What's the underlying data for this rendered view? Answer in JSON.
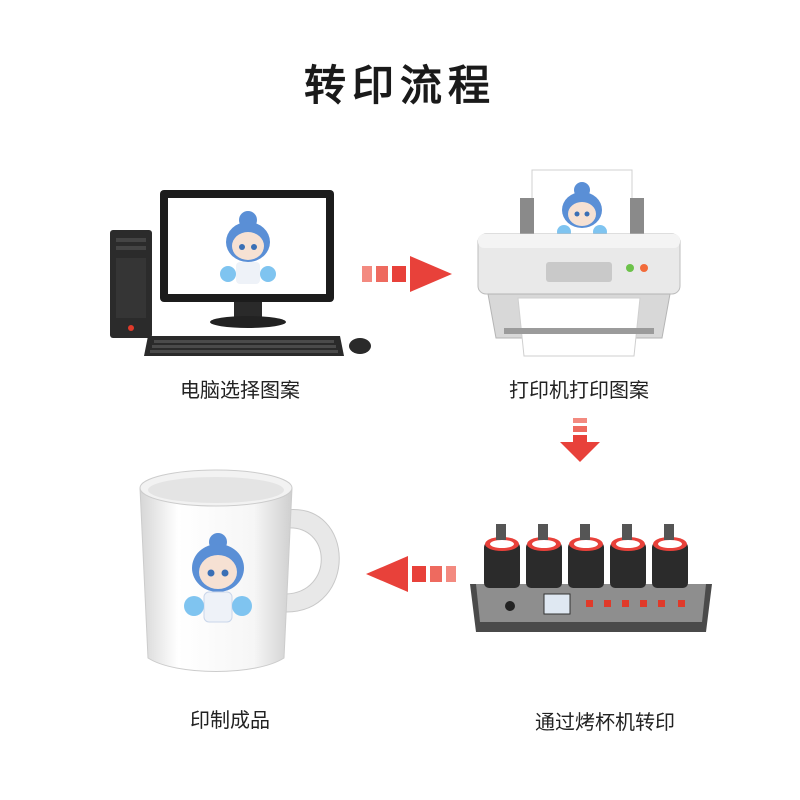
{
  "title": "转印流程",
  "steps": [
    {
      "label": "电脑选择图案",
      "icon": "computer-icon"
    },
    {
      "label": "打印机打印图案",
      "icon": "printer-icon"
    },
    {
      "label": "通过烤杯机转印",
      "icon": "mug-press-machine-icon"
    },
    {
      "label": "印制成品",
      "icon": "printed-mug-icon"
    }
  ],
  "colors": {
    "arrow": "#e8413a",
    "accent": "#f26b3a"
  }
}
